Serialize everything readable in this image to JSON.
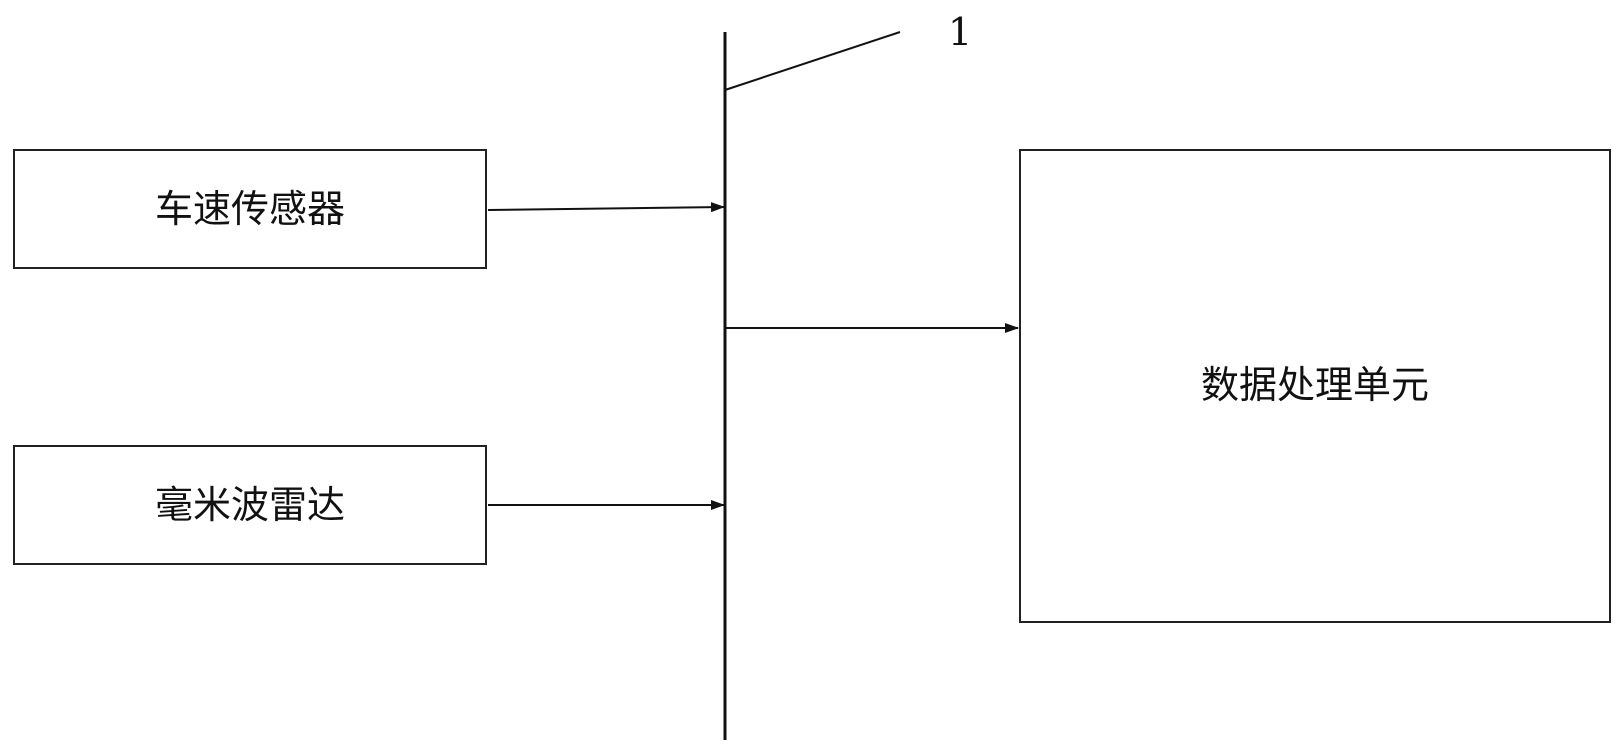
{
  "diagram": {
    "reference_numeral": "1",
    "blocks": {
      "speed_sensor": "车速传感器",
      "mmwave_radar": "毫米波雷达",
      "data_processing_unit": "数据处理单元"
    }
  }
}
